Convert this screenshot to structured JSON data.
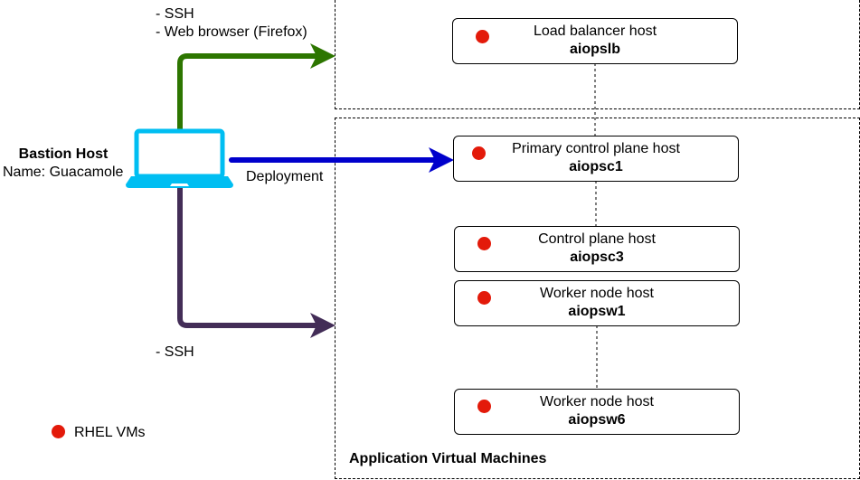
{
  "bastion": {
    "title": "Bastion Host",
    "subtitle": "Name: Guacamole",
    "icon": "laptop-icon"
  },
  "connections": {
    "top": {
      "label_line1": "- SSH",
      "label_line2": "- Web browser (Firefox)",
      "color": "#2d7600"
    },
    "middle": {
      "label": "Deployment",
      "color": "#0000cc"
    },
    "bottom": {
      "label": "- SSH",
      "color": "#432d57"
    }
  },
  "groups": {
    "load_balancer_group": {
      "title": ""
    },
    "app_vms_group": {
      "title": "Application Virtual Machines"
    }
  },
  "hosts": [
    {
      "role": "Load balancer host",
      "name": "aiopslb"
    },
    {
      "role": "Primary control plane host",
      "name": "aiopsc1"
    },
    {
      "role": "Control plane host",
      "name": "aiopsc3"
    },
    {
      "role": "Worker node host",
      "name": "aiopsw1"
    },
    {
      "role": "Worker node host",
      "name": "aiopsw6"
    }
  ],
  "legend": {
    "label": "RHEL VMs",
    "color": "#e31a0a"
  },
  "colors": {
    "laptop": "#00bef2",
    "rhel_dot": "#e31a0a"
  }
}
